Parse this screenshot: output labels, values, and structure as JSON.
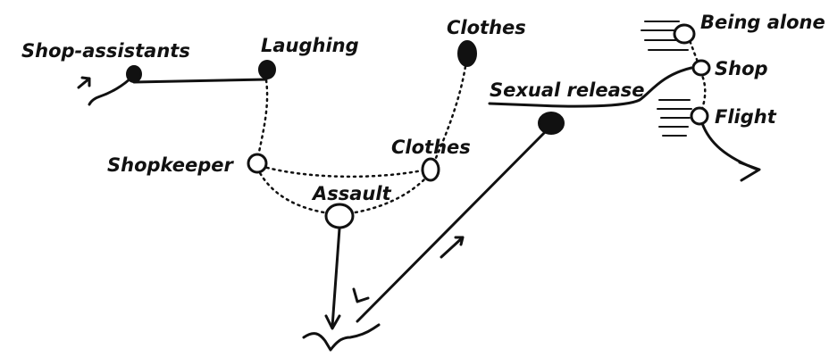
{
  "diagram": {
    "labels": {
      "shop_assistants": "Shop-assistants",
      "laughing": "Laughing",
      "clothes_top": "Clothes",
      "shopkeeper": "Shopkeeper",
      "clothes_mid": "Clothes",
      "assault": "Assault",
      "sexual_release": "Sexual release",
      "being_alone": "Being alone",
      "shop": "Shop",
      "flight": "Flight"
    }
  }
}
